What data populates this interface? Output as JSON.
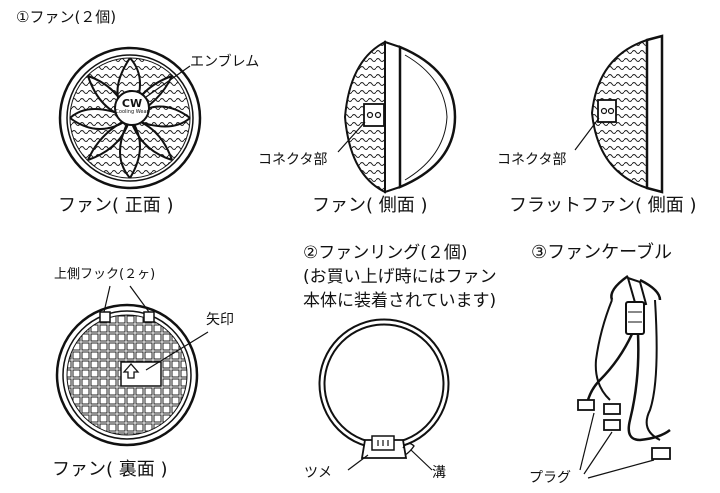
{
  "sections": {
    "fan": {
      "heading": "①ファン(２個)"
    },
    "fan_ring": {
      "heading": "②ファンリング(２個)",
      "note_line1": "(お買い上げ時にはファン",
      "note_line2": "本体に装着されています)"
    },
    "fan_cable": {
      "heading": "③ファンケーブル"
    }
  },
  "captions": {
    "fan_front": "ファン( 正面 )",
    "fan_side": "ファン( 側面 )",
    "flat_fan_side": "フラットファン( 側面 )",
    "fan_back": "ファン( 裏面 )"
  },
  "callouts": {
    "emblem": "エンブレム",
    "connector_fan": "コネクタ部",
    "connector_flat": "コネクタ部",
    "upper_hooks": "上側フック(２ヶ)",
    "arrow_mark": "矢印",
    "claw": "ツメ",
    "groove": "溝",
    "plug": "プラグ"
  },
  "emblem_logo": {
    "line1": "CW",
    "line2": "Cooling Wear"
  }
}
